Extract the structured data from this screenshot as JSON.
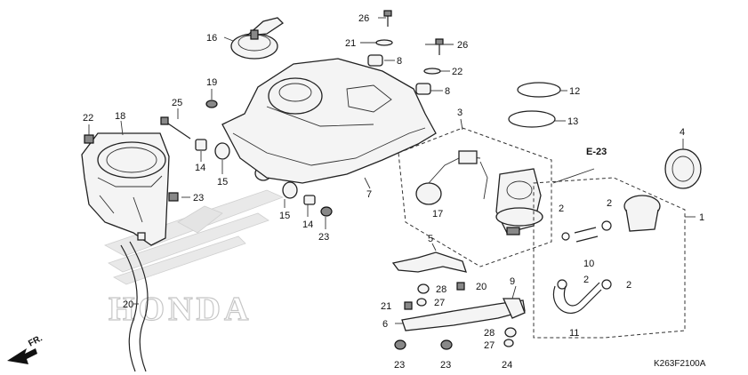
{
  "diagram_code": "K263F2100A",
  "section_ref": "E-23",
  "direction_label": "FR.",
  "watermark_text": "HONDA",
  "callouts": [
    "1",
    "2",
    "2",
    "2",
    "2",
    "3",
    "4",
    "5",
    "6",
    "7",
    "8",
    "8",
    "9",
    "10",
    "11",
    "12",
    "13",
    "14",
    "14",
    "15",
    "15",
    "16",
    "17",
    "18",
    "19",
    "20",
    "20",
    "21",
    "21",
    "22",
    "22",
    "23",
    "23",
    "23",
    "23",
    "24",
    "25",
    "26",
    "26",
    "27",
    "27",
    "28",
    "28"
  ]
}
